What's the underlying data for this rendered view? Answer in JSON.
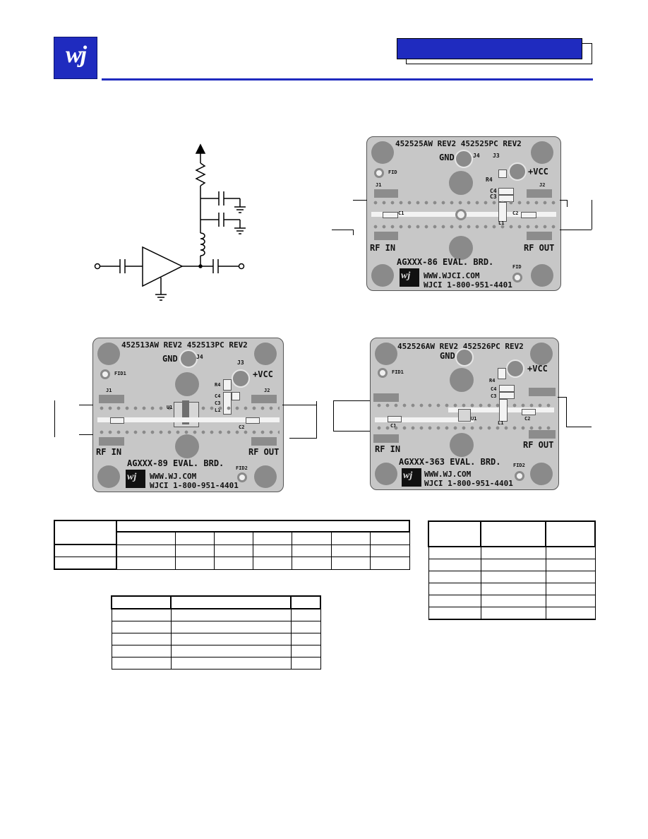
{
  "header": {
    "logo_text": "wj",
    "accent_color": "#1f2bbf"
  },
  "boards": {
    "b86": {
      "top_text": "452525AW REV2   452525PC REV2",
      "gnd": "GND",
      "j4": "J4",
      "j3": "J3",
      "vcc": "+VCC",
      "fid1": "FID",
      "r4": "R4",
      "c4": "C4",
      "c3": "C3",
      "j1": "J1",
      "j2": "J2",
      "c1": "C1",
      "c2": "C2",
      "l1": "L1",
      "rf_in": "RF IN",
      "rf_out": "RF OUT",
      "name": "AGXXX-86 EVAL. BRD.",
      "fid2": "FID",
      "www": "WWW.WJCI.COM",
      "phone": "WJCI 1-800-951-4401"
    },
    "b89": {
      "top_text": "452513AW REV2   452513PC REV2",
      "gnd": "GND",
      "j4": "J4",
      "j3": "J3",
      "vcc": "+VCC",
      "fid1": "FID1",
      "r4": "R4",
      "c4": "C4",
      "c3": "C3",
      "l1": "L1",
      "j1": "J1",
      "j2": "J2",
      "u1": "U1",
      "c2": "C2",
      "rf_in": "RF IN",
      "rf_out": "RF OUT",
      "name": "AGXXX-89 EVAL. BRD.",
      "fid2": "FID2",
      "www": "WWW.WJ.COM",
      "phone": "WJCI 1-800-951-4401"
    },
    "b363": {
      "top_text": "452526AW REV2   452526PC REV2",
      "gnd": "GND",
      "vcc": "+VCC",
      "fid1": "FID1",
      "r4": "R4",
      "c4": "C4",
      "c3": "C3",
      "c1": "C1",
      "u1": "U1",
      "l1": "L1",
      "c2": "C2",
      "rf_in": "RF IN",
      "rf_out": "RF OUT",
      "name": "AGXXX-363 EVAL. BRD.",
      "fid2": "FID2",
      "www": "WWW.WJ.COM",
      "phone": "WJCI 1-800-951-4401"
    }
  }
}
